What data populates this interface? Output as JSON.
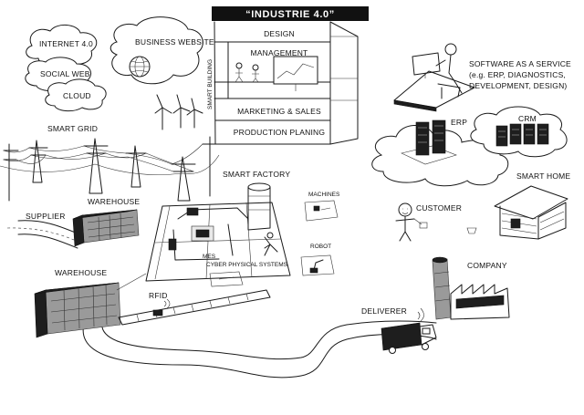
{
  "title": "“INDUSTRIE 4.0”",
  "building": {
    "side_label": "SMART BUILDING",
    "floors": [
      "DESIGN",
      "MANAGEMENT",
      "MARKETING & SALES",
      "PRODUCTION PLANING"
    ]
  },
  "internet_cloud": {
    "items": [
      "INTERNET 4.0",
      "SOCIAL WEB",
      "CLOUD"
    ],
    "business_website": "BUSINESS WEBSITE"
  },
  "saas": {
    "lines": [
      "SOFTWARE AS A SERVICE",
      "(e.g. ERP, DIAGNOSTICS,",
      "DEVELOPMENT, DESIGN)"
    ]
  },
  "labels": {
    "smart_grid": "SMART GRID",
    "smart_factory": "SMART FACTORY",
    "machines": "MACHINES",
    "robot": "ROBOT",
    "mes": "MES",
    "cps": "CYBER PHYSICAL SYSTEMS",
    "warehouse_top": "WAREHOUSE",
    "warehouse_bottom": "WAREHOUSE",
    "supplier": "SUPPLIER",
    "rfid": "RFID",
    "erp": "ERP",
    "crm": "CRM",
    "customer": "CUSTOMER",
    "smart_home": "SMART HOME",
    "company": "COMPANY",
    "deliverer": "DELIVERER"
  }
}
